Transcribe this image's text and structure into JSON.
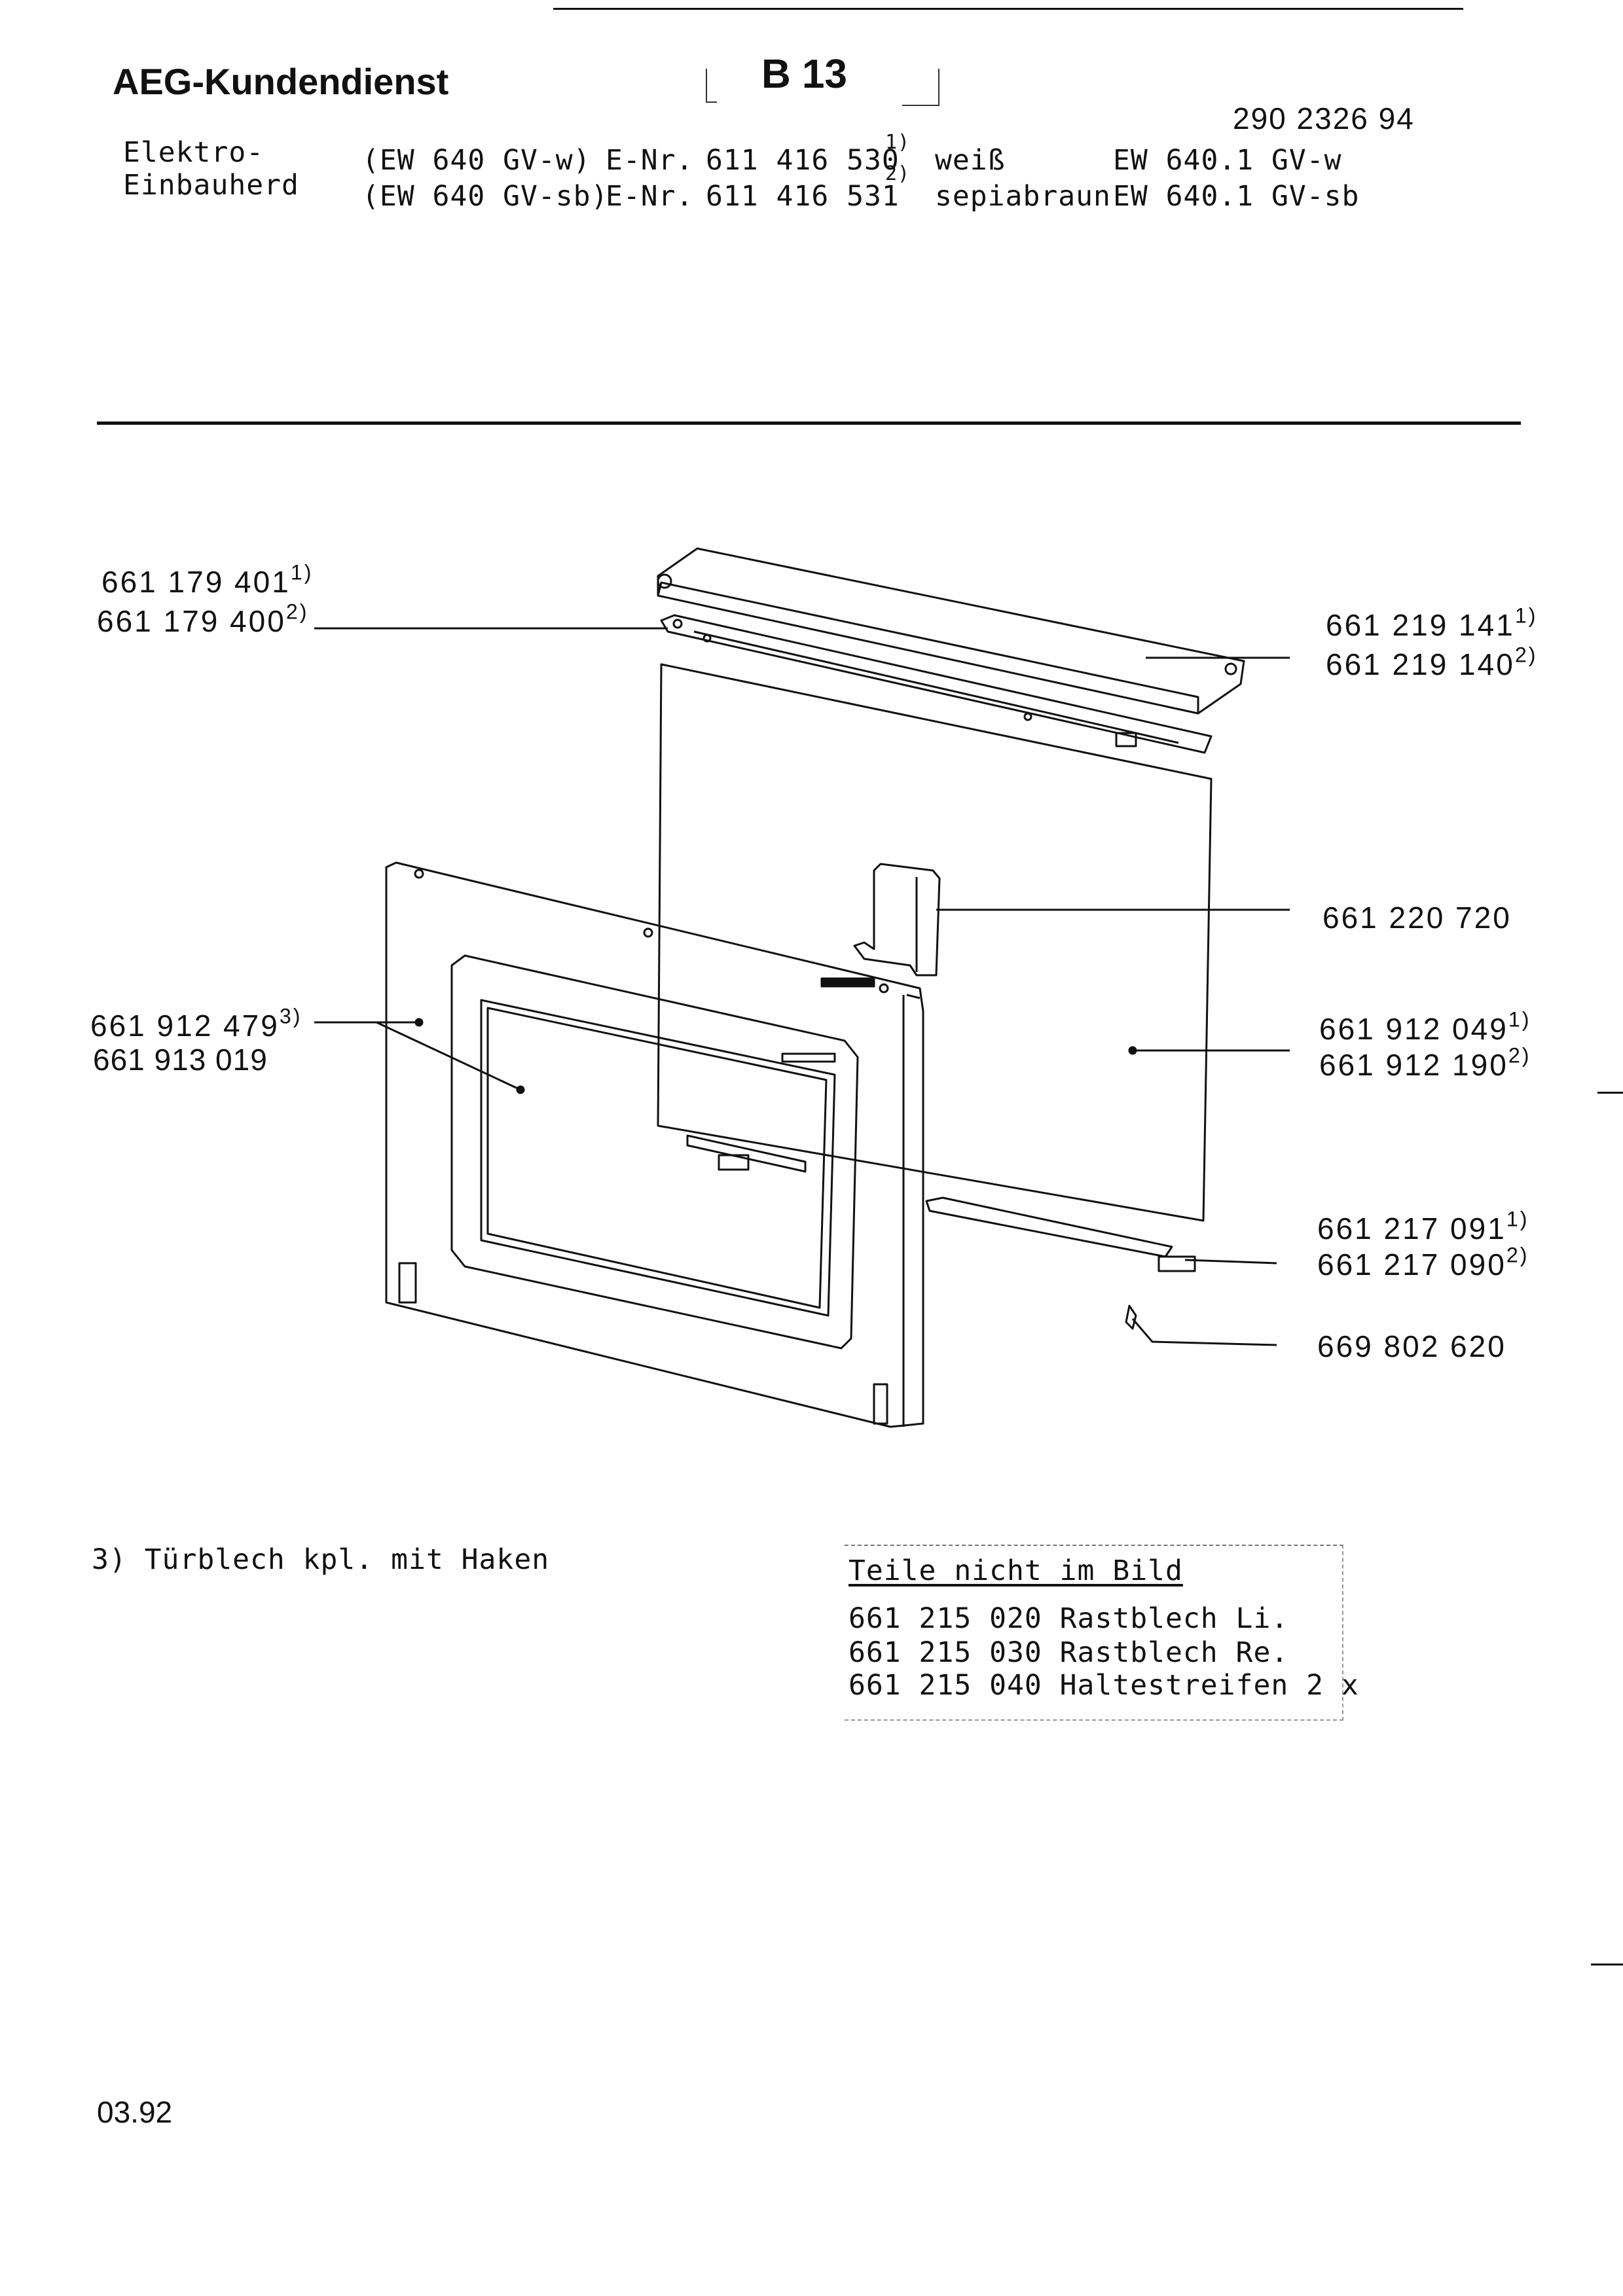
{
  "header": {
    "company": "AEG-Kundendienst",
    "page_code": "B 13",
    "doc_number": "290 2326 94",
    "product_type_line1": "Elektro-",
    "product_type_line2": "Einbauherd",
    "variants": [
      {
        "model_old": "(EW 640 GV-w)",
        "enr_label": "E-Nr.",
        "enr": "611 416 530",
        "note": "1)",
        "color": "weiß",
        "model_new": "EW 640.1 GV-w"
      },
      {
        "model_old": "(EW 640 GV-sb)",
        "enr_label": "E-Nr.",
        "enr": "611 416 531",
        "note": "2)",
        "color": "sepiabraun",
        "model_new": "EW 640.1 GV-sb"
      }
    ]
  },
  "parts": [
    {
      "number": "661 179 401",
      "note": "1)"
    },
    {
      "number": "661 179 400",
      "note": "2)"
    },
    {
      "number": "661 219 141",
      "note": "1)"
    },
    {
      "number": "661 219 140",
      "note": "2)"
    },
    {
      "number": "661 220 720",
      "note": ""
    },
    {
      "number": "661 912 479",
      "note": "3)"
    },
    {
      "number": "661 913 019",
      "note": ""
    },
    {
      "number": "661 912 049",
      "note": "1)"
    },
    {
      "number": "661 912 190",
      "note": "2)"
    },
    {
      "number": "661 217 091",
      "note": "1)"
    },
    {
      "number": "661 217 090",
      "note": "2)"
    },
    {
      "number": "669 802 620",
      "note": ""
    }
  ],
  "footnote": "3) Türblech kpl. mit Haken",
  "not_shown": {
    "title": "Teile nicht im Bild",
    "items": [
      {
        "number": "661 215 020",
        "desc": "Rastblech Li."
      },
      {
        "number": "661 215 030",
        "desc": "Rastblech Re."
      },
      {
        "number": "661 215 040",
        "desc": "Haltestreifen 2 x"
      }
    ]
  },
  "date": "03.92"
}
